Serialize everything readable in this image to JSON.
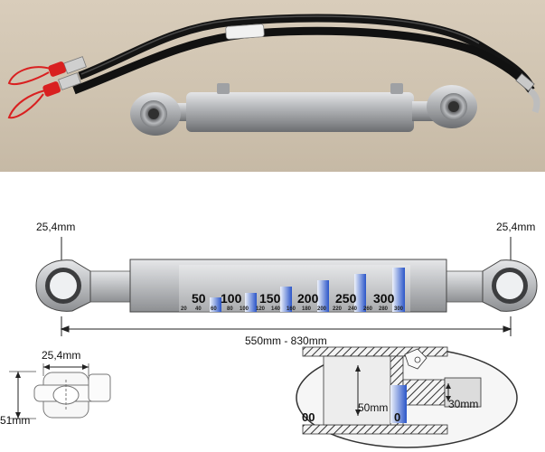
{
  "diagram": {
    "dim_left": "25,4mm",
    "dim_right": "25,4mm",
    "dim_length": "550mm - 830mm",
    "scale_major": [
      "50",
      "100",
      "150",
      "200",
      "250",
      "300"
    ],
    "scale_minor": [
      "20",
      "40",
      "60",
      "80",
      "100",
      "120",
      "140",
      "160",
      "180",
      "200",
      "220",
      "240",
      "260",
      "280",
      "300"
    ]
  },
  "detail_end": {
    "dim_width": "25,4mm",
    "dim_height": "51mm"
  },
  "detail_cutaway": {
    "dim_bore": "50mm",
    "dim_rod": "30mm",
    "scale_fragment_left": "00",
    "scale_fragment_right": "0"
  },
  "colors": {
    "photo_bg": "#d3c7b4",
    "hose": "#141414",
    "cylinder": "#a9abae",
    "cap_red": "#d92020",
    "scale_blue": "#1e3f9a"
  }
}
